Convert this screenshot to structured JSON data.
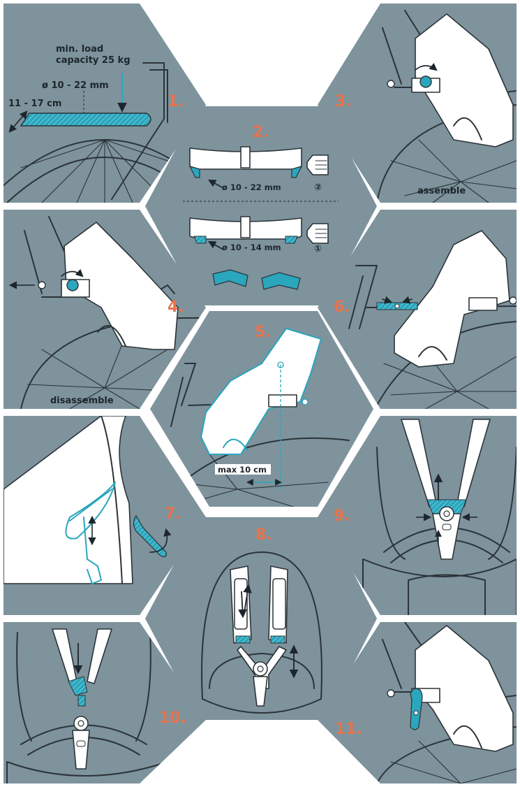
{
  "steps": {
    "s1": {
      "number": "1.",
      "load_label_1": "min. load",
      "load_label_2": "capacity 25 kg",
      "diameter": "ø 10 - 22 mm",
      "width": "11 - 17 cm"
    },
    "s2": {
      "number": "2.",
      "diameter_large": "ø 10 - 22 mm",
      "badge_large": "②",
      "diameter_small": "ø 10 - 14 mm",
      "badge_small": "①"
    },
    "s3": {
      "number": "3.",
      "caption": "assemble"
    },
    "s4": {
      "number": "4.",
      "caption": "disassemble"
    },
    "s5": {
      "number": "5.",
      "distance": "max   10 cm"
    },
    "s6": {
      "number": "6."
    },
    "s7": {
      "number": "7."
    },
    "s8": {
      "number": "8."
    },
    "s9": {
      "number": "9."
    },
    "s10": {
      "number": "10."
    },
    "s11": {
      "number": "11."
    }
  },
  "colors": {
    "panel": "#7e939c",
    "accent": "#2aa6bd",
    "step_number": "#e8734c",
    "background": "#ffffff"
  },
  "icons": [
    "rack-icon",
    "wheel-icon",
    "seat-icon",
    "clamp-icon",
    "adapter-icon",
    "knob-icon",
    "harness-icon",
    "buckle-icon",
    "arrow-icon"
  ]
}
